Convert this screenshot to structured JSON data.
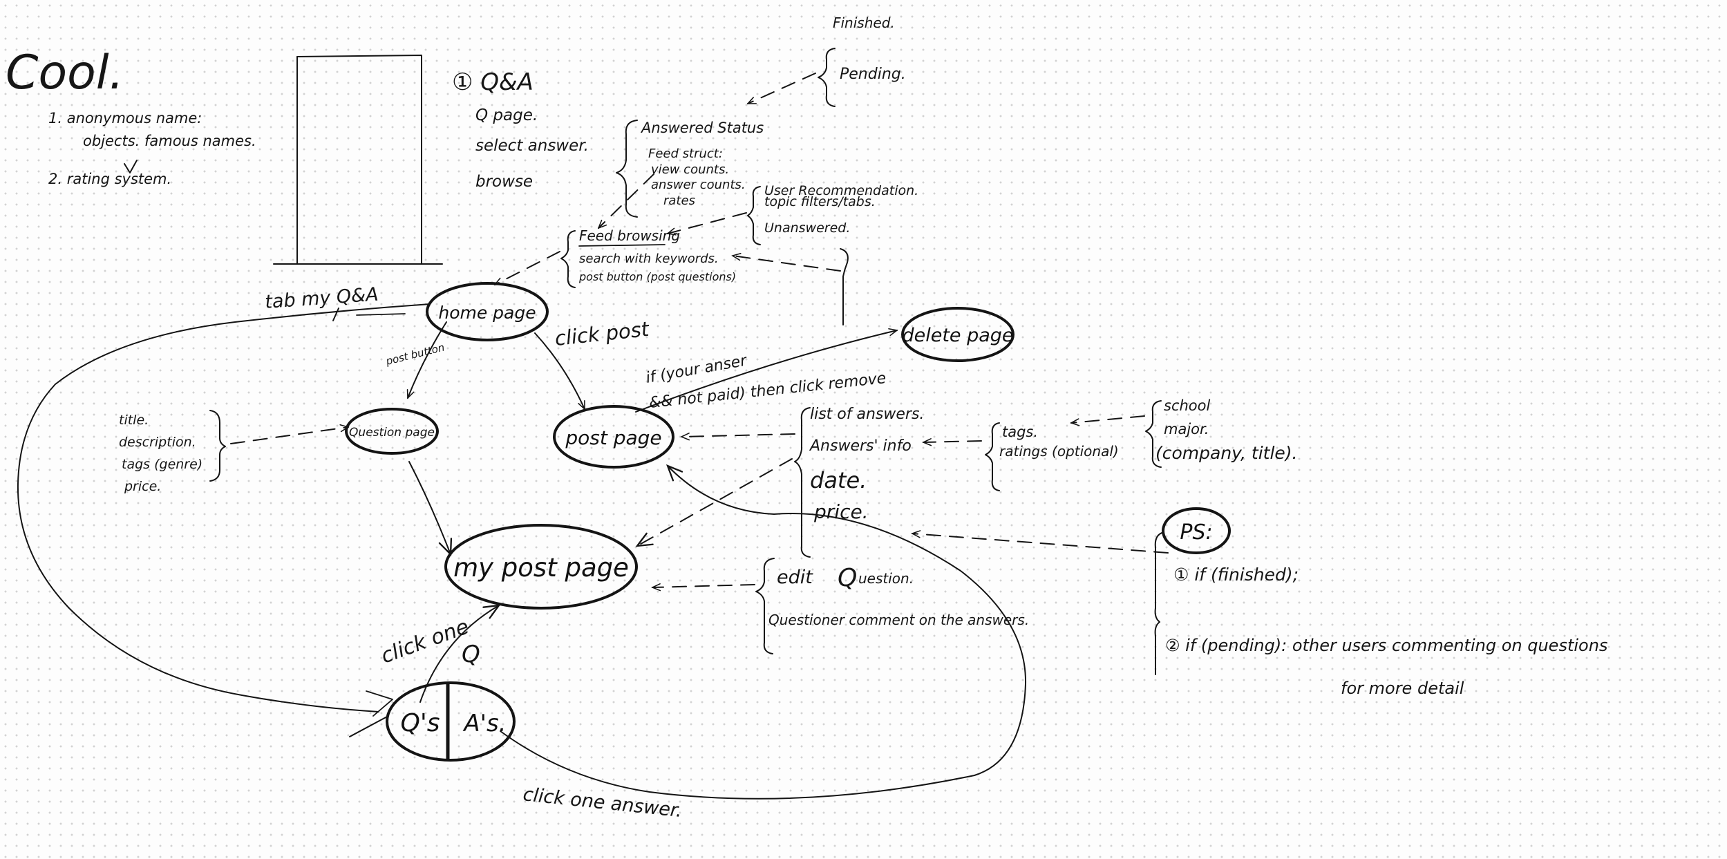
{
  "cool": {
    "title": "Cool.",
    "item1": "1. anonymous name:",
    "item1_detail": "objects. famous names.",
    "item2": "2. rating system."
  },
  "qqa": {
    "title": "① Q&A",
    "items": [
      "Q page.",
      "select answer.",
      "browse"
    ]
  },
  "nodes": {
    "home": "home page",
    "question": "Question page",
    "post": "post page",
    "my_post": "my post page",
    "delete": "delete page",
    "qs": "Q's",
    "as": "A's.",
    "ps": "PS:"
  },
  "edges": {
    "tab_my_qa": "tab my Q&A",
    "post_button": "post button",
    "click_post": "click post",
    "if_answer_line1": "if (your anser",
    "if_answer_line2": "&& not paid) then click remove",
    "click_one_q_text": "click one",
    "click_one_q_mark": "Q",
    "click_one_answer": "click one answer."
  },
  "feed": {
    "title": "Feed browsing",
    "items": [
      "search with keywords.",
      "post button (post questions)"
    ]
  },
  "answered_status": {
    "title": "Answered Status",
    "items": [
      "Feed struct:",
      "view counts.",
      "answer counts.",
      "rates"
    ]
  },
  "status_options": [
    "Finished.",
    "Pending."
  ],
  "recommendation": [
    "User Recommendation.",
    "topic filters/tabs.",
    "Unanswered."
  ],
  "question_fields": [
    "title.",
    "description.",
    "tags (genre)",
    "price."
  ],
  "post_info": [
    "list of answers.",
    "Answers' info",
    "date.",
    "price."
  ],
  "answer_info": [
    "tags.",
    "ratings (optional)"
  ],
  "tag_types": [
    "school",
    "major.",
    "(company, title)."
  ],
  "my_post_actions": {
    "edit_prefix": "edit",
    "edit_q": "Q",
    "edit_suffix": "uestion.",
    "comment": "Questioner comment on the answers."
  },
  "ps_items": [
    "① if (finished);",
    "② if (pending): other users commenting on questions",
    "for more detail"
  ]
}
